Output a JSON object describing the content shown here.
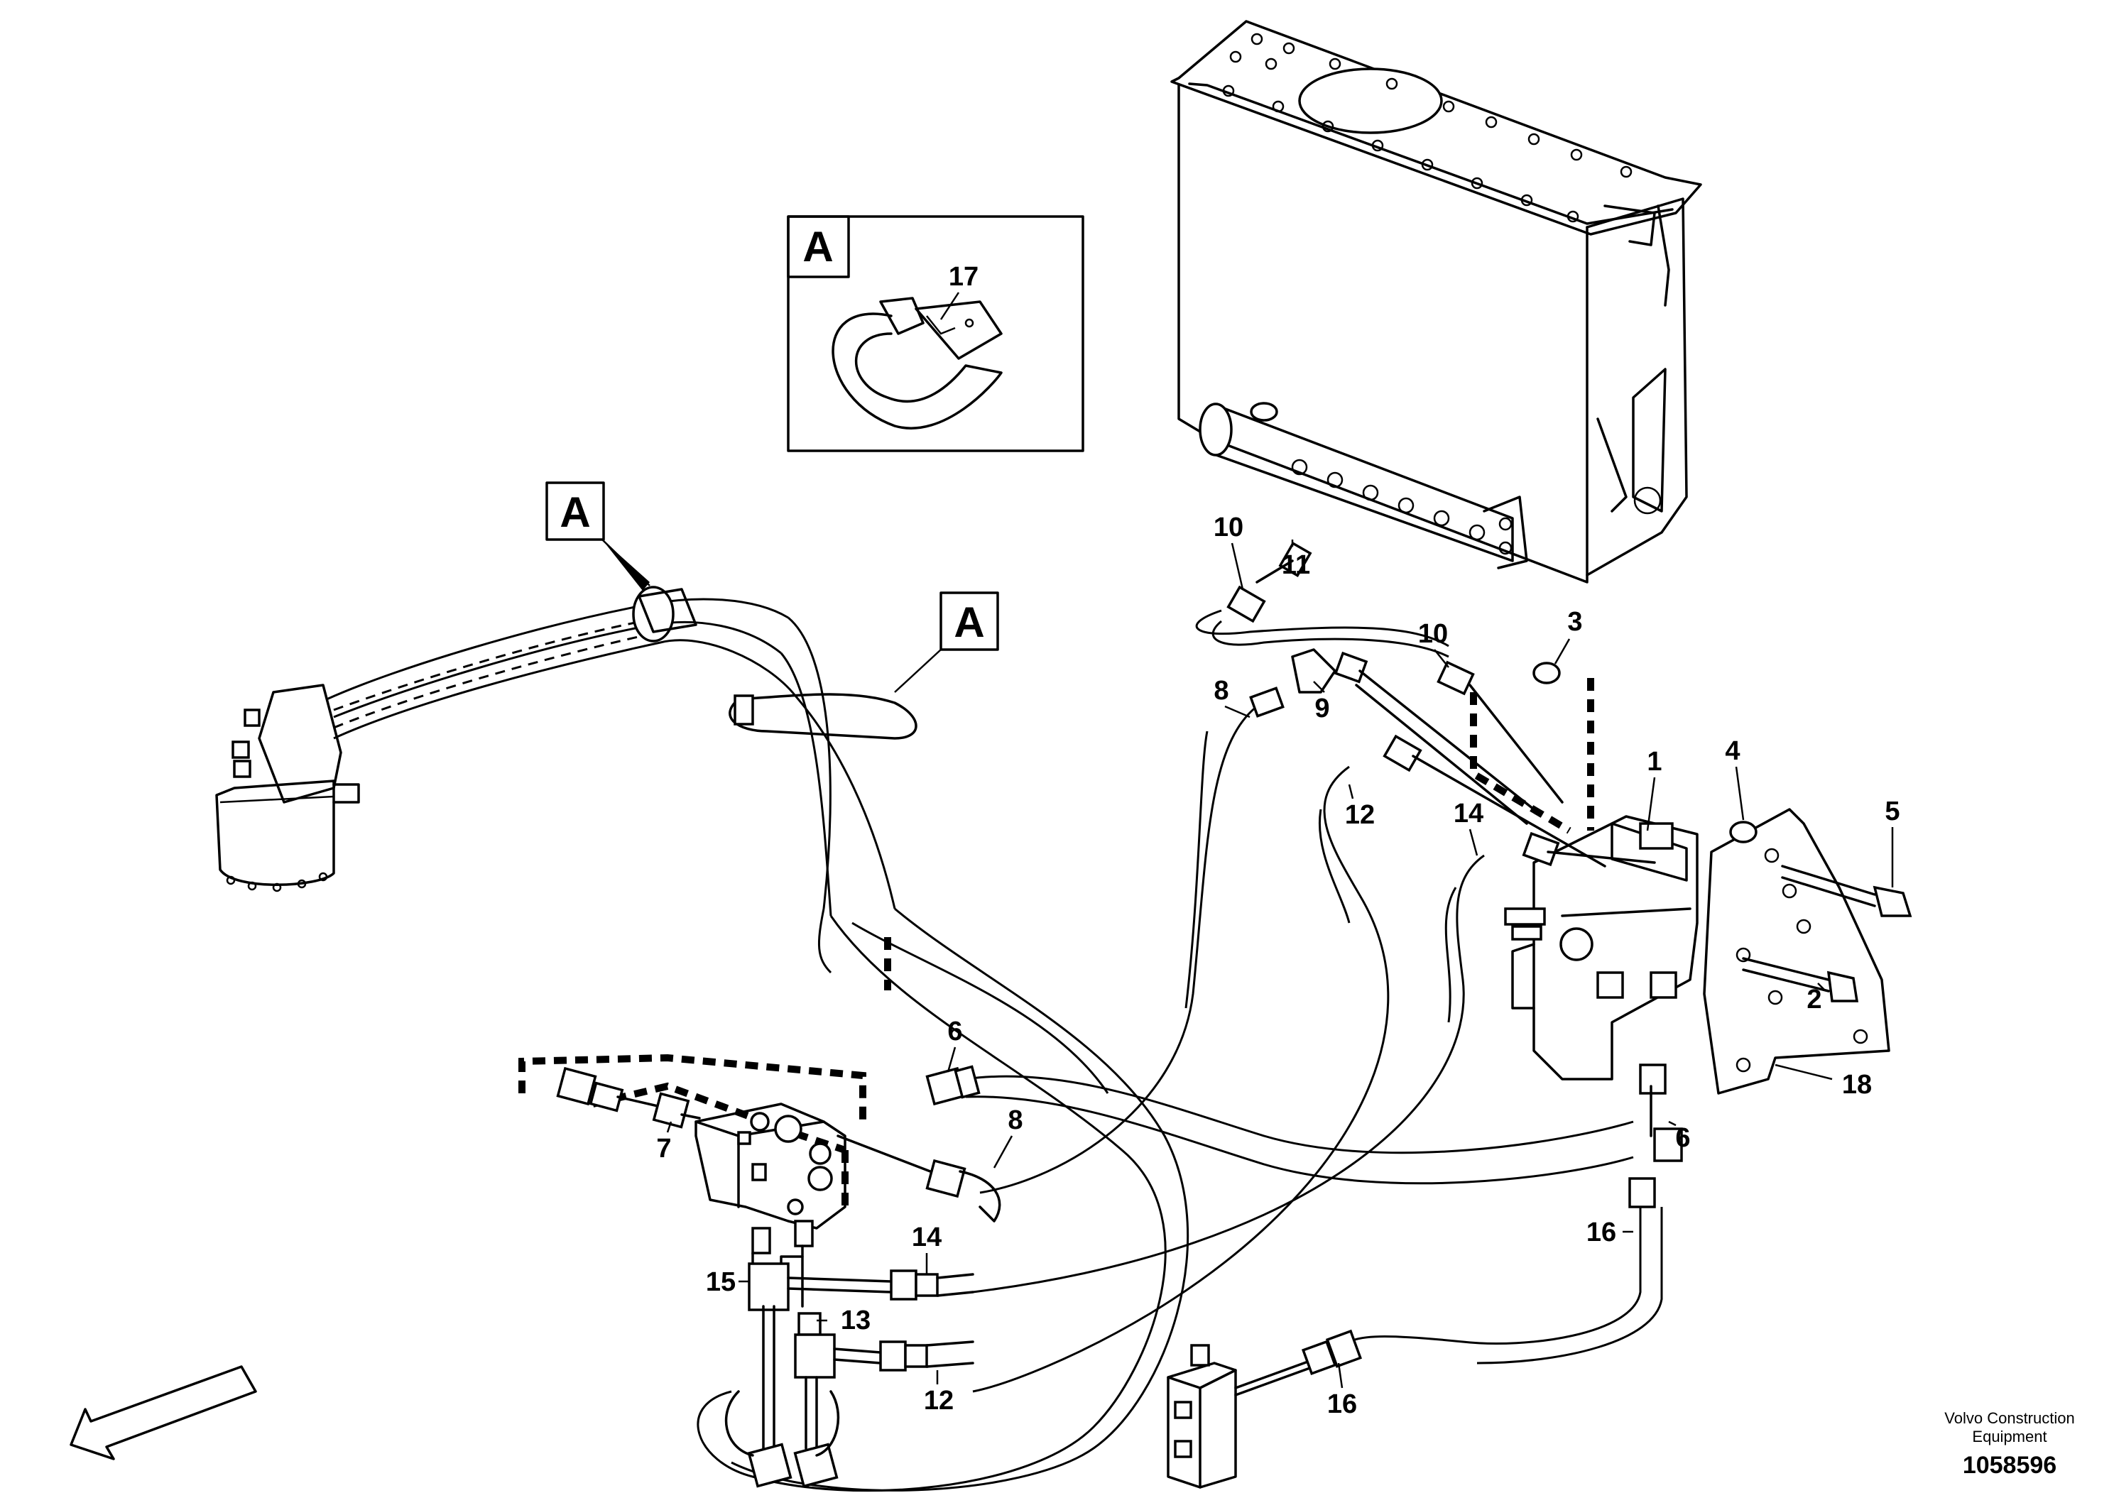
{
  "detail_box": {
    "label": "A",
    "part_number": "17"
  },
  "section_markers": [
    "A",
    "A"
  ],
  "callouts": {
    "c1": "1",
    "c2": "2",
    "c3": "3",
    "c4": "4",
    "c5": "5",
    "c6a": "6",
    "c6b": "6",
    "c7": "7",
    "c8a": "8",
    "c8b": "8",
    "c9": "9",
    "c10a": "10",
    "c10b": "10",
    "c11": "11",
    "c12a": "12",
    "c12b": "12",
    "c13": "13",
    "c14a": "14",
    "c14b": "14",
    "c15": "15",
    "c16a": "16",
    "c16b": "16",
    "c18": "18"
  },
  "publisher": {
    "line1": "Volvo Construction",
    "line2": "Equipment"
  },
  "figure_number": "1058596"
}
